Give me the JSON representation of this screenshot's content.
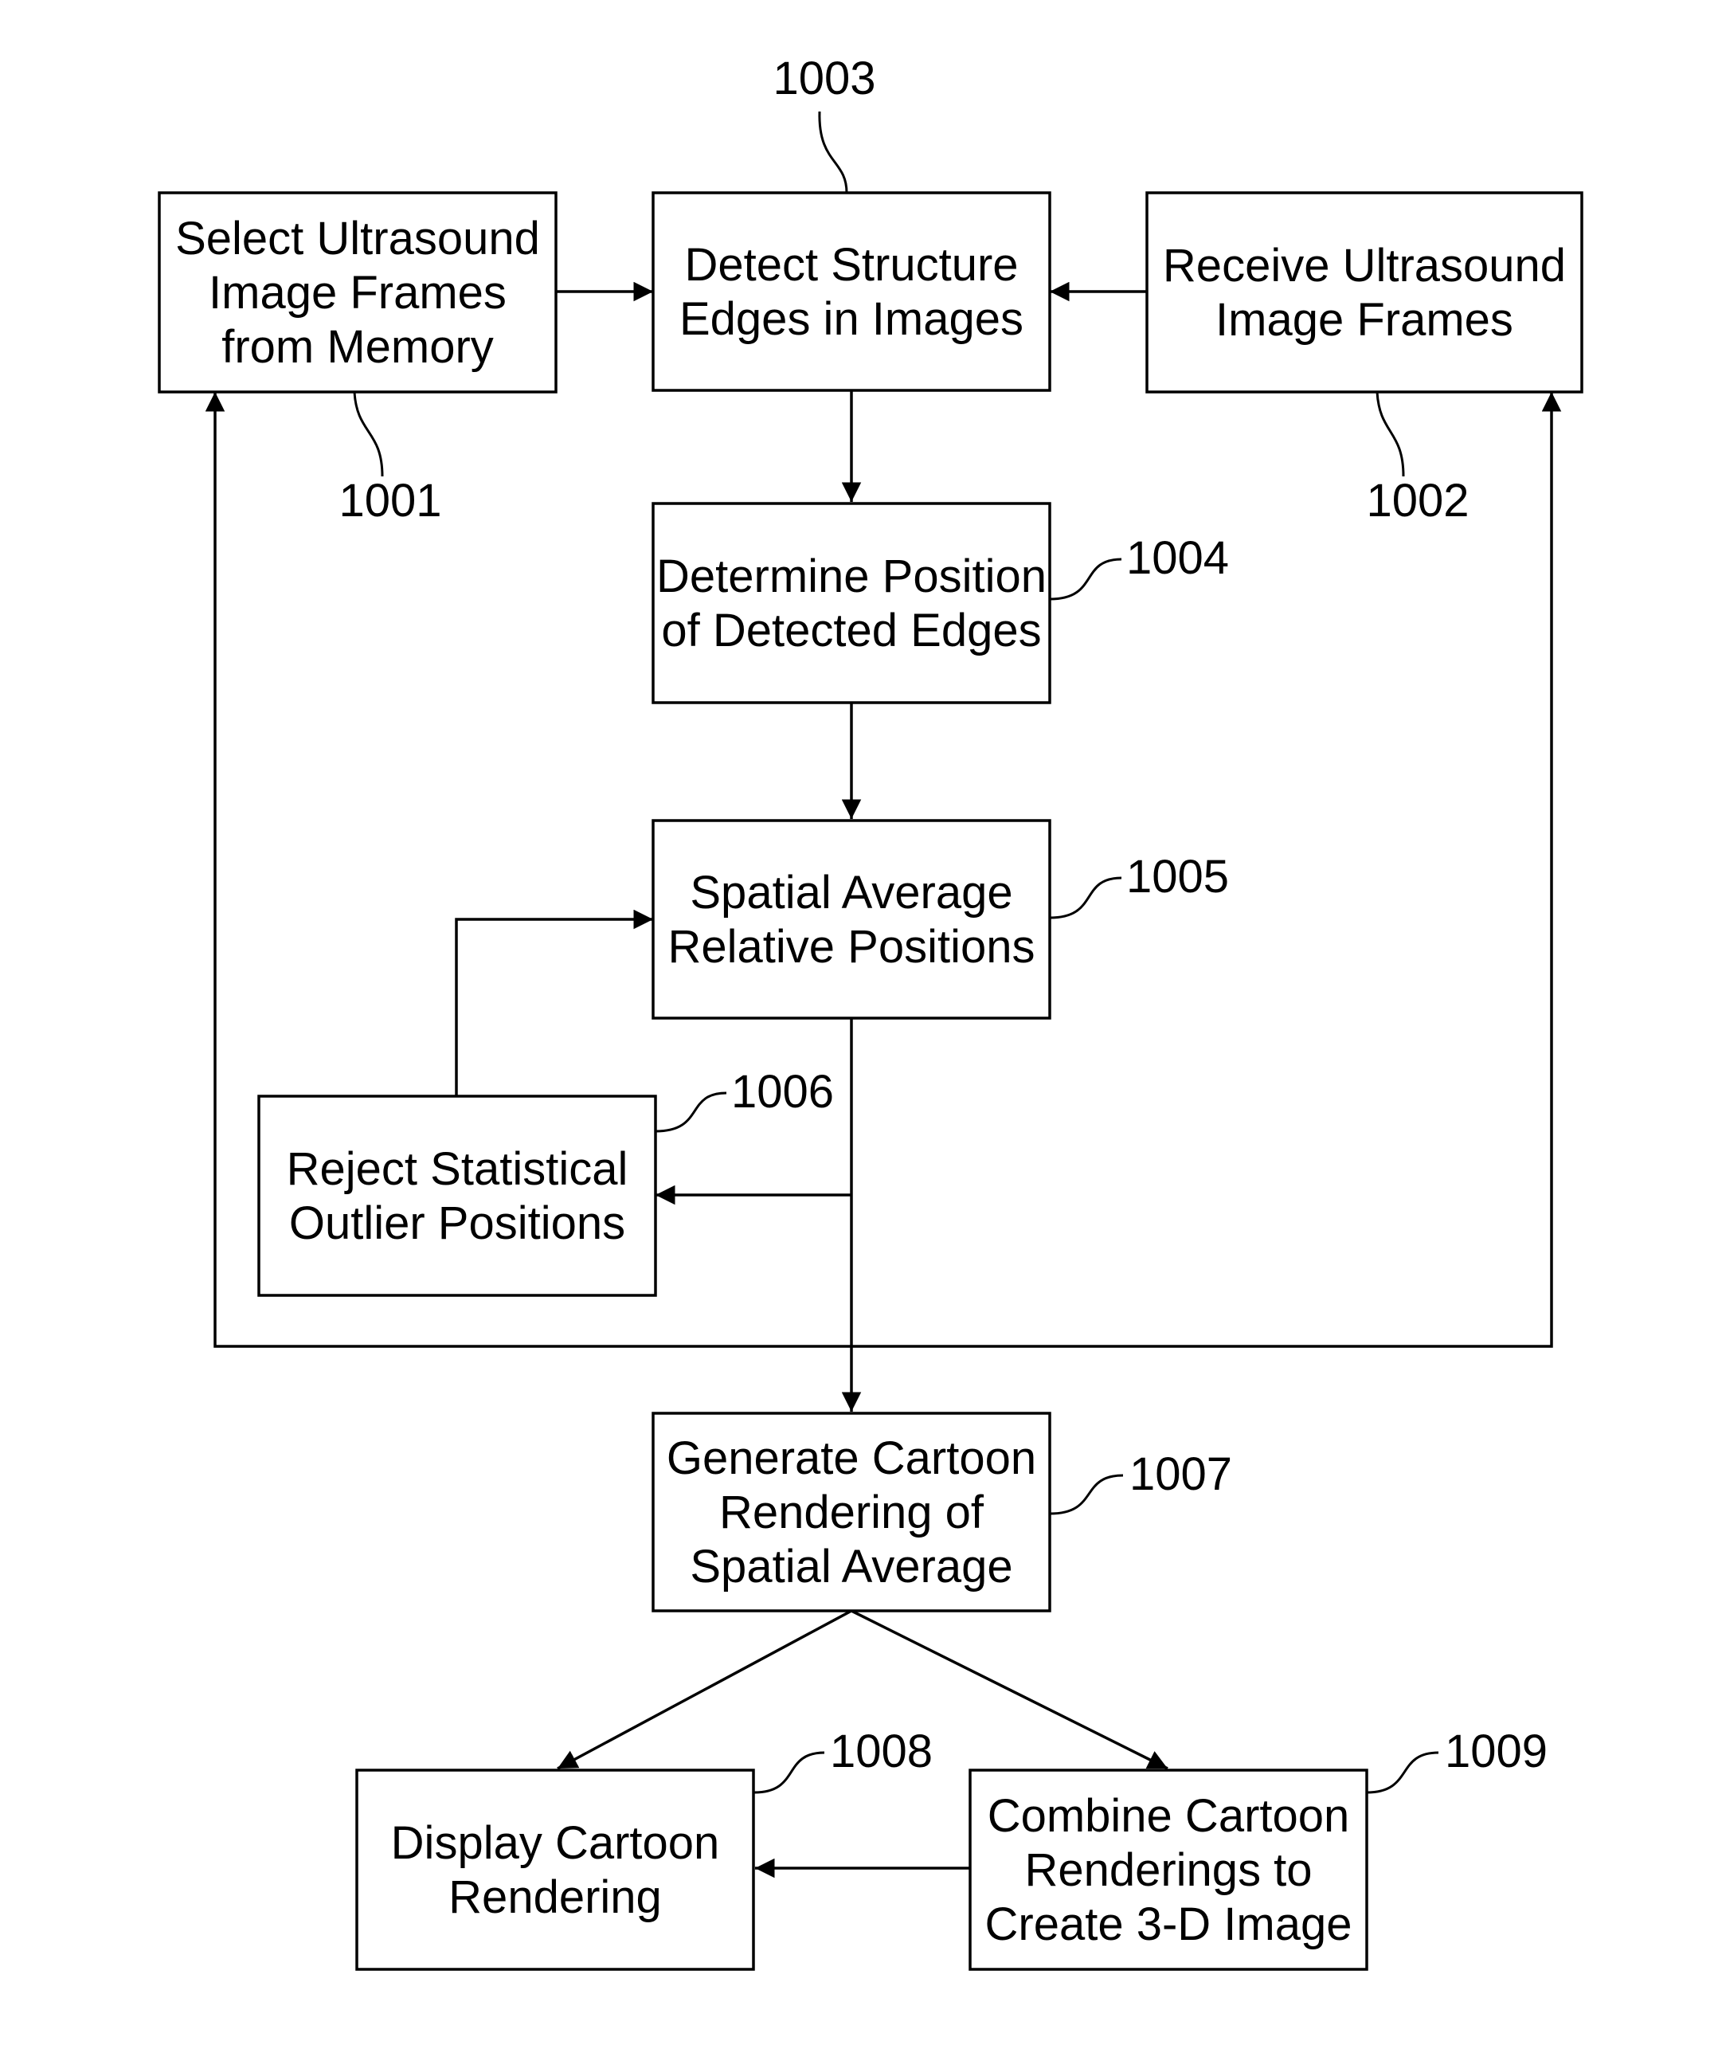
{
  "steps": {
    "s1001": {
      "ref": "1001",
      "lines": [
        "Select Ultrasound",
        "Image Frames",
        "from Memory"
      ]
    },
    "s1002": {
      "ref": "1002",
      "lines": [
        "Receive Ultrasound",
        "Image Frames"
      ]
    },
    "s1003": {
      "ref": "1003",
      "lines": [
        "Detect Structure",
        "Edges in Images"
      ]
    },
    "s1004": {
      "ref": "1004",
      "lines": [
        "Determine Position",
        "of Detected Edges"
      ]
    },
    "s1005": {
      "ref": "1005",
      "lines": [
        "Spatial Average",
        "Relative Positions"
      ]
    },
    "s1006": {
      "ref": "1006",
      "lines": [
        "Reject Statistical",
        "Outlier Positions"
      ]
    },
    "s1007": {
      "ref": "1007",
      "lines": [
        "Generate Cartoon",
        "Rendering of",
        "Spatial Average"
      ]
    },
    "s1008": {
      "ref": "1008",
      "lines": [
        "Display Cartoon",
        "Rendering"
      ]
    },
    "s1009": {
      "ref": "1009",
      "lines": [
        "Combine Cartoon",
        "Renderings to",
        "Create 3-D Image"
      ]
    }
  }
}
